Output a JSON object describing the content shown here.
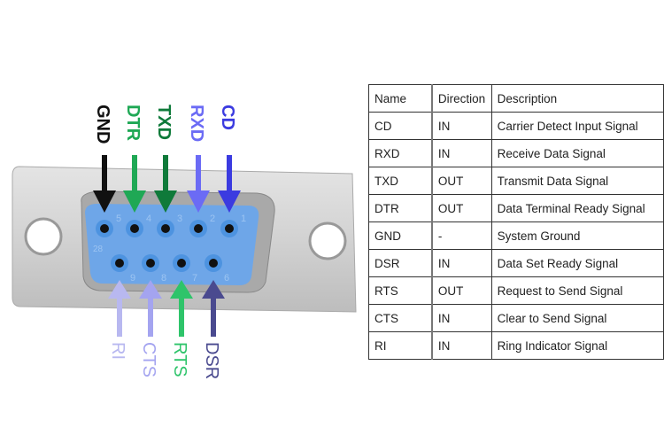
{
  "connector": {
    "top_pins": [
      "5",
      "4",
      "3",
      "2",
      "1"
    ],
    "bottom_pins": [
      "9",
      "8",
      "7",
      "6"
    ],
    "marking": "28",
    "top_labels": [
      {
        "label": "GND",
        "color": "#111111"
      },
      {
        "label": "DTR",
        "color": "#1fa855"
      },
      {
        "label": "TXD",
        "color": "#0f7a3a"
      },
      {
        "label": "RXD",
        "color": "#6b6bf5"
      },
      {
        "label": "CD",
        "color": "#3b3be0"
      }
    ],
    "bottom_labels": [
      {
        "label": "RI",
        "color": "#b8b8f0"
      },
      {
        "label": "CTS",
        "color": "#a4a4f0"
      },
      {
        "label": "RTS",
        "color": "#2ec46a"
      },
      {
        "label": "DSR",
        "color": "#4a4a8f"
      }
    ]
  },
  "table": {
    "headers": [
      "Name",
      "Direction",
      "Description"
    ],
    "rows": [
      [
        "CD",
        "IN",
        "Carrier Detect Input Signal"
      ],
      [
        "RXD",
        "IN",
        "Receive Data Signal"
      ],
      [
        "TXD",
        "OUT",
        "Transmit Data Signal"
      ],
      [
        "DTR",
        "OUT",
        "Data Terminal Ready Signal"
      ],
      [
        "GND",
        "-",
        "System Ground"
      ],
      [
        "DSR",
        "IN",
        "Data Set Ready Signal"
      ],
      [
        "RTS",
        "OUT",
        "Request to Send Signal"
      ],
      [
        "CTS",
        "IN",
        "Clear to Send Signal"
      ],
      [
        "RI",
        "IN",
        "Ring Indicator Signal"
      ]
    ]
  }
}
